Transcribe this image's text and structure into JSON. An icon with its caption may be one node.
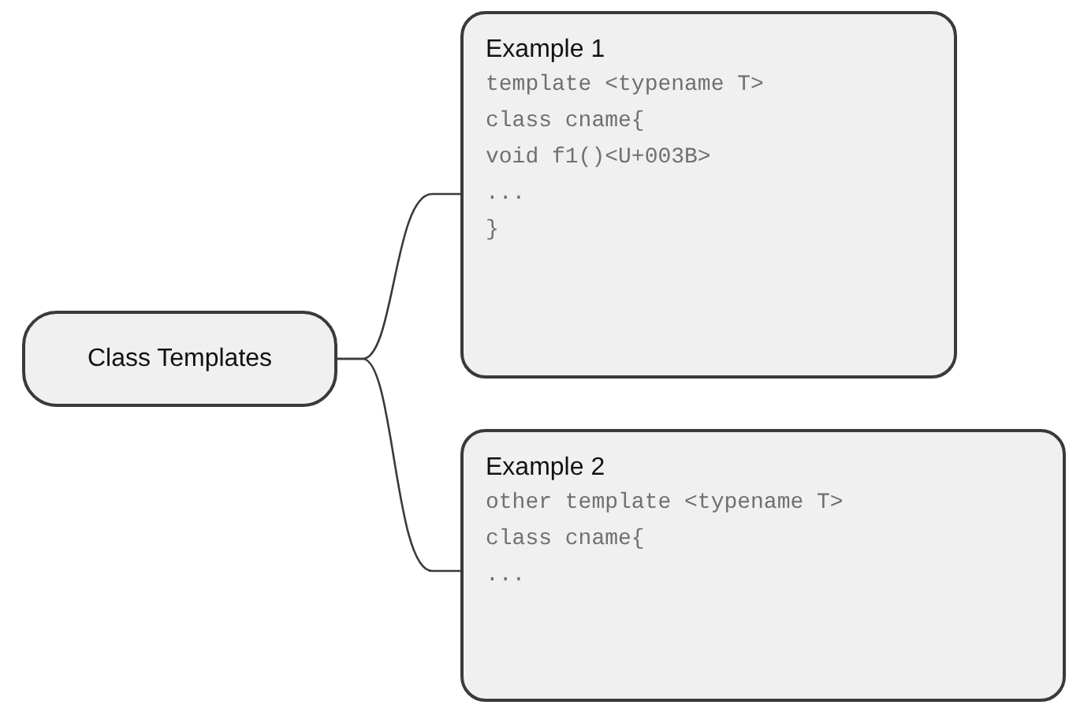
{
  "diagram": {
    "nodes": [
      {
        "text": [
          "Class Templates"
        ]
      },
      {
        "text": [
          "Example 1",
          "template <typename T>",
          "class cname{",
          "void f1()<U+003B>",
          "...",
          "}"
        ]
      },
      {
        "text": [
          "Example 2",
          "other template <typename T>",
          "class cname{",
          "..."
        ]
      }
    ],
    "edges": [
      {
        "from": 0,
        "to": 1,
        "arrow": "none"
      },
      {
        "from": 0,
        "to": 2,
        "arrow": "none"
      }
    ]
  }
}
